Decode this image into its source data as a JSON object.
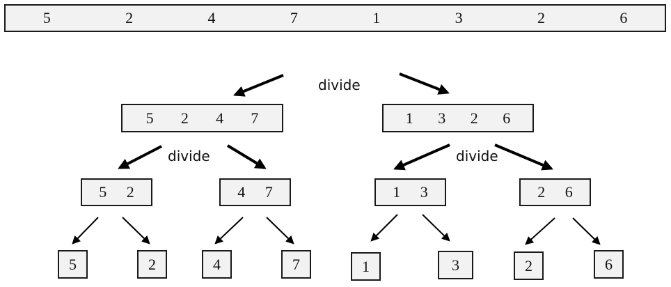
{
  "root": [
    "5",
    "2",
    "4",
    "7",
    "1",
    "3",
    "2",
    "6"
  ],
  "level1": {
    "left": [
      "5",
      "2",
      "4",
      "7"
    ],
    "right": [
      "1",
      "3",
      "2",
      "6"
    ]
  },
  "level2": [
    [
      "5",
      "2"
    ],
    [
      "4",
      "7"
    ],
    [
      "1",
      "3"
    ],
    [
      "2",
      "6"
    ]
  ],
  "leaves": [
    "5",
    "2",
    "4",
    "7",
    "1",
    "3",
    "2",
    "6"
  ],
  "labels": {
    "divide_top": "divide",
    "divide_left": "divide",
    "divide_right": "divide"
  }
}
